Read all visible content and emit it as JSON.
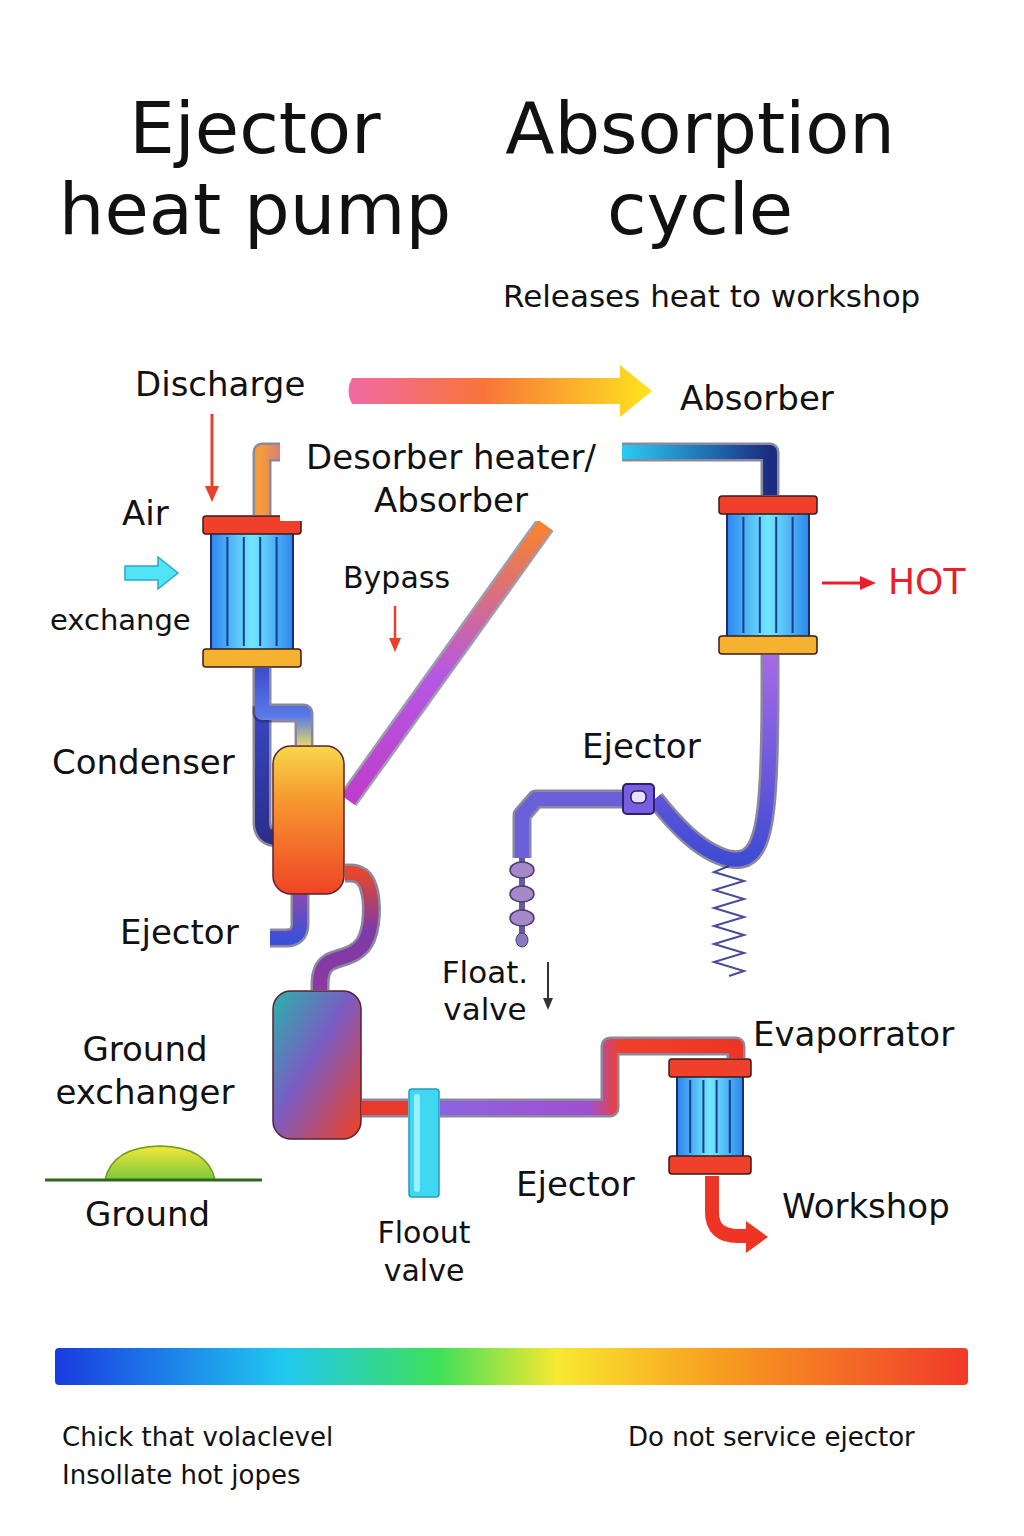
{
  "diagram": {
    "title": "Ejector heat pump",
    "nodes": [
      {
        "text": [
          "Air",
          "exchange"
        ]
      },
      {
        "text": [
          "Condenser"
        ]
      },
      {
        "text": [
          "Ground exchanger"
        ]
      },
      {
        "text": [
          "Floout valve"
        ]
      },
      {
        "text": [
          "Evaporrator"
        ]
      },
      {
        "text": [
          "Absorber"
        ]
      },
      {
        "text": [
          "Ejector"
        ]
      },
      {
        "text": [
          "Float. valve"
        ]
      }
    ],
    "edges": [
      {
        "from": 0,
        "to": 5,
        "label": "Desorber heater/ Absorber",
        "arrow": "none"
      },
      {
        "from": 0,
        "to": 1,
        "arrow": "none"
      },
      {
        "from": 1,
        "to": 2,
        "arrow": "none"
      },
      {
        "from": 2,
        "to": 3,
        "arrow": "none"
      },
      {
        "from": 3,
        "to": 4,
        "arrow": "none"
      },
      {
        "from": 5,
        "to": 6,
        "arrow": "none"
      },
      {
        "from": 6,
        "to": 7,
        "arrow": "none"
      }
    ],
    "labels": [
      "Absorption cycle",
      "Releases heat to workshop",
      "Discharge",
      "Bypass",
      "Ejector",
      "Ground",
      "Ejector",
      "HOT",
      "Workshop",
      "Chick that volaclevel",
      "Insollate hot jopes",
      "Do not service ejector"
    ]
  }
}
